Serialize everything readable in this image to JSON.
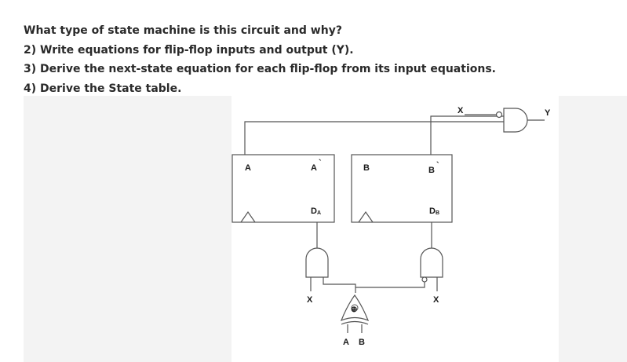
{
  "question": {
    "lines": [
      "What type of state machine is this circuit and why?",
      "2) Write equations for flip-flop inputs and output (Y).",
      "3) Derive the next-state equation for each flip-flop from its input equations.",
      "4) Derive the State table."
    ]
  },
  "circuit": {
    "flip_flop_a": {
      "q": "A",
      "q_bar": "A",
      "q_bar_mark": "`",
      "d": "D",
      "d_sub": "A"
    },
    "flip_flop_b": {
      "q": "B",
      "q_bar": "B",
      "q_bar_mark": "`",
      "d": "D",
      "d_sub": "B"
    },
    "output_gate": {
      "input_label": "X",
      "output_label": "Y"
    },
    "and_gate_a": {
      "input_label": "X"
    },
    "and_gate_b": {
      "input_label": "X"
    },
    "xor_gate": {
      "symbol": "⊕",
      "input_a": "A",
      "input_b": "B"
    }
  }
}
